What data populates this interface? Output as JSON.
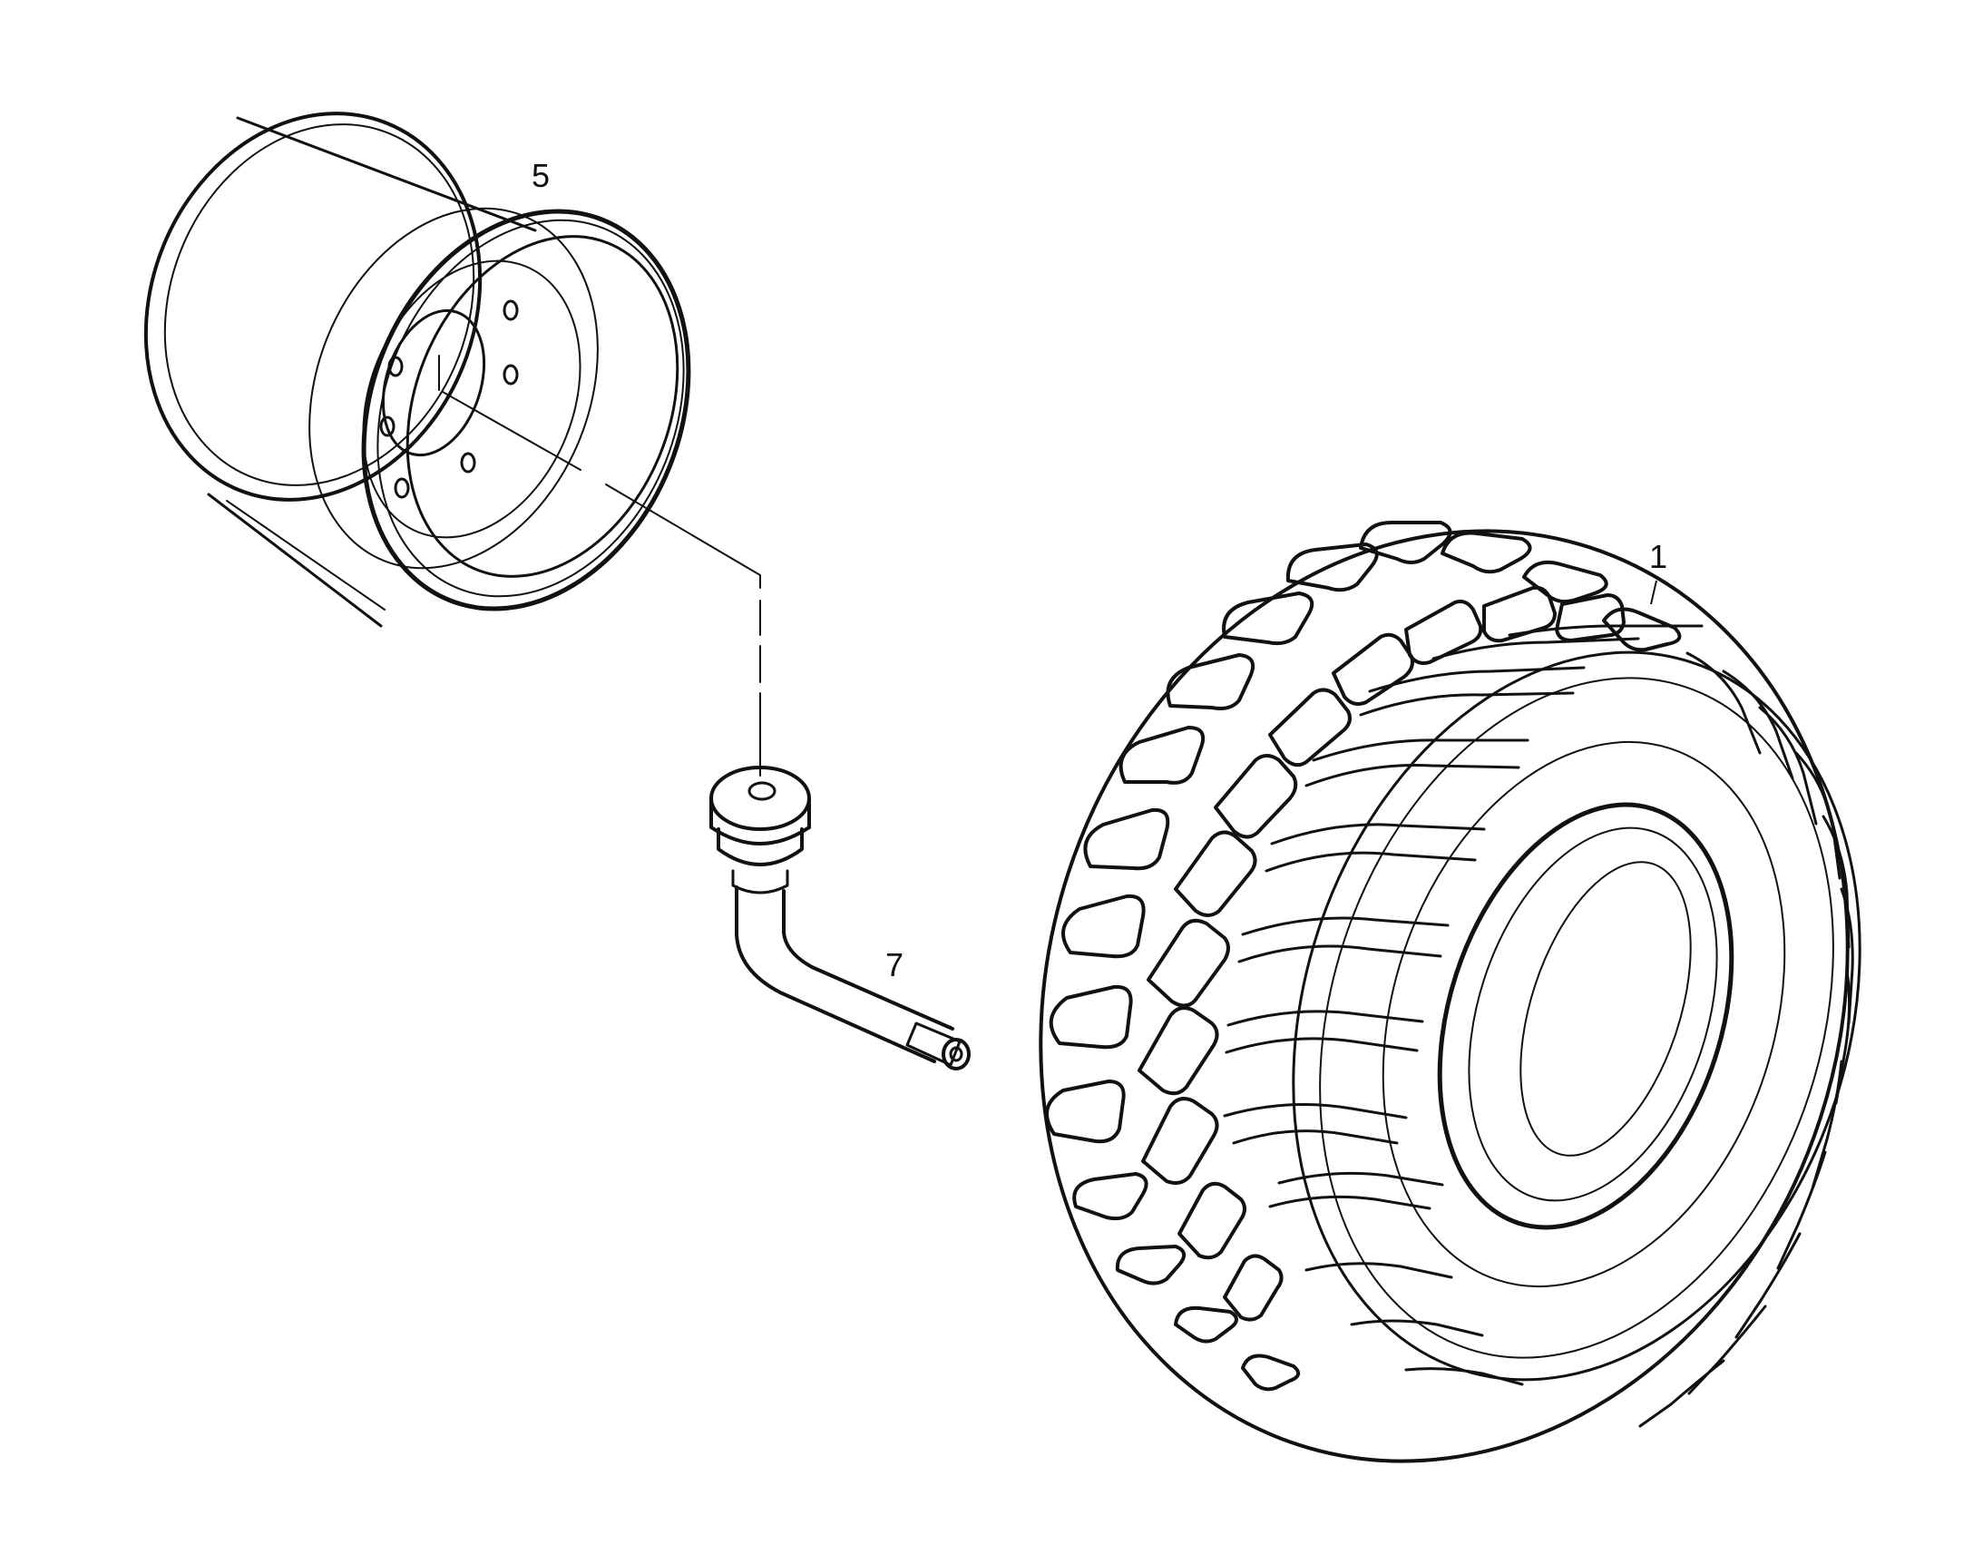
{
  "diagram": {
    "style": "exploded parts view, black line art on white",
    "colors": {
      "line": "#111111",
      "background": "#ffffff"
    },
    "parts": [
      {
        "id": "rim",
        "callout": "5"
      },
      {
        "id": "tire",
        "callout": "1"
      },
      {
        "id": "valve",
        "callout": "7"
      }
    ]
  }
}
